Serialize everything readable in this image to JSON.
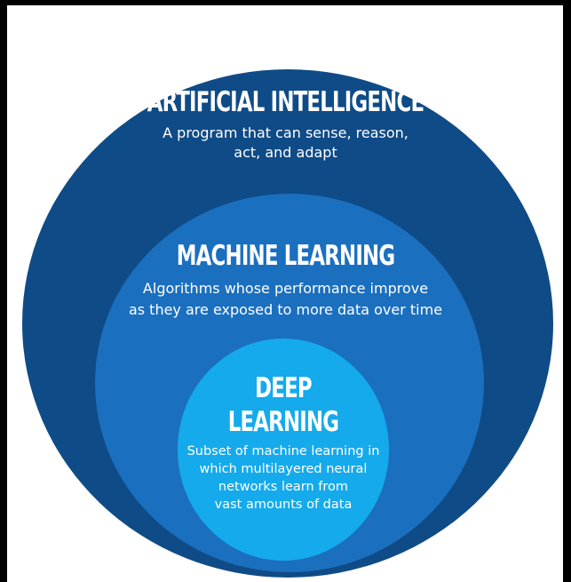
{
  "colors": {
    "background": "#000000",
    "frame": "#ffffff",
    "ai_circle": "#0f4b86",
    "ml_circle": "#1b6fbf",
    "dl_circle": "#15aaeb",
    "text": "#ffffff"
  },
  "ai": {
    "title": "ARTIFICIAL INTELLIGENCE",
    "desc_lines": [
      "A program that can sense, reason,",
      "act, and adapt"
    ]
  },
  "ml": {
    "title": "MACHINE LEARNING",
    "desc_lines": [
      "Algorithms whose performance improve",
      "as they are exposed to more data over time"
    ]
  },
  "dl": {
    "title_lines": [
      "DEEP",
      "LEARNING"
    ],
    "desc_lines": [
      "Subset of machine learning in",
      "which multilayered neural",
      "networks learn from",
      "vast amounts of data"
    ]
  }
}
